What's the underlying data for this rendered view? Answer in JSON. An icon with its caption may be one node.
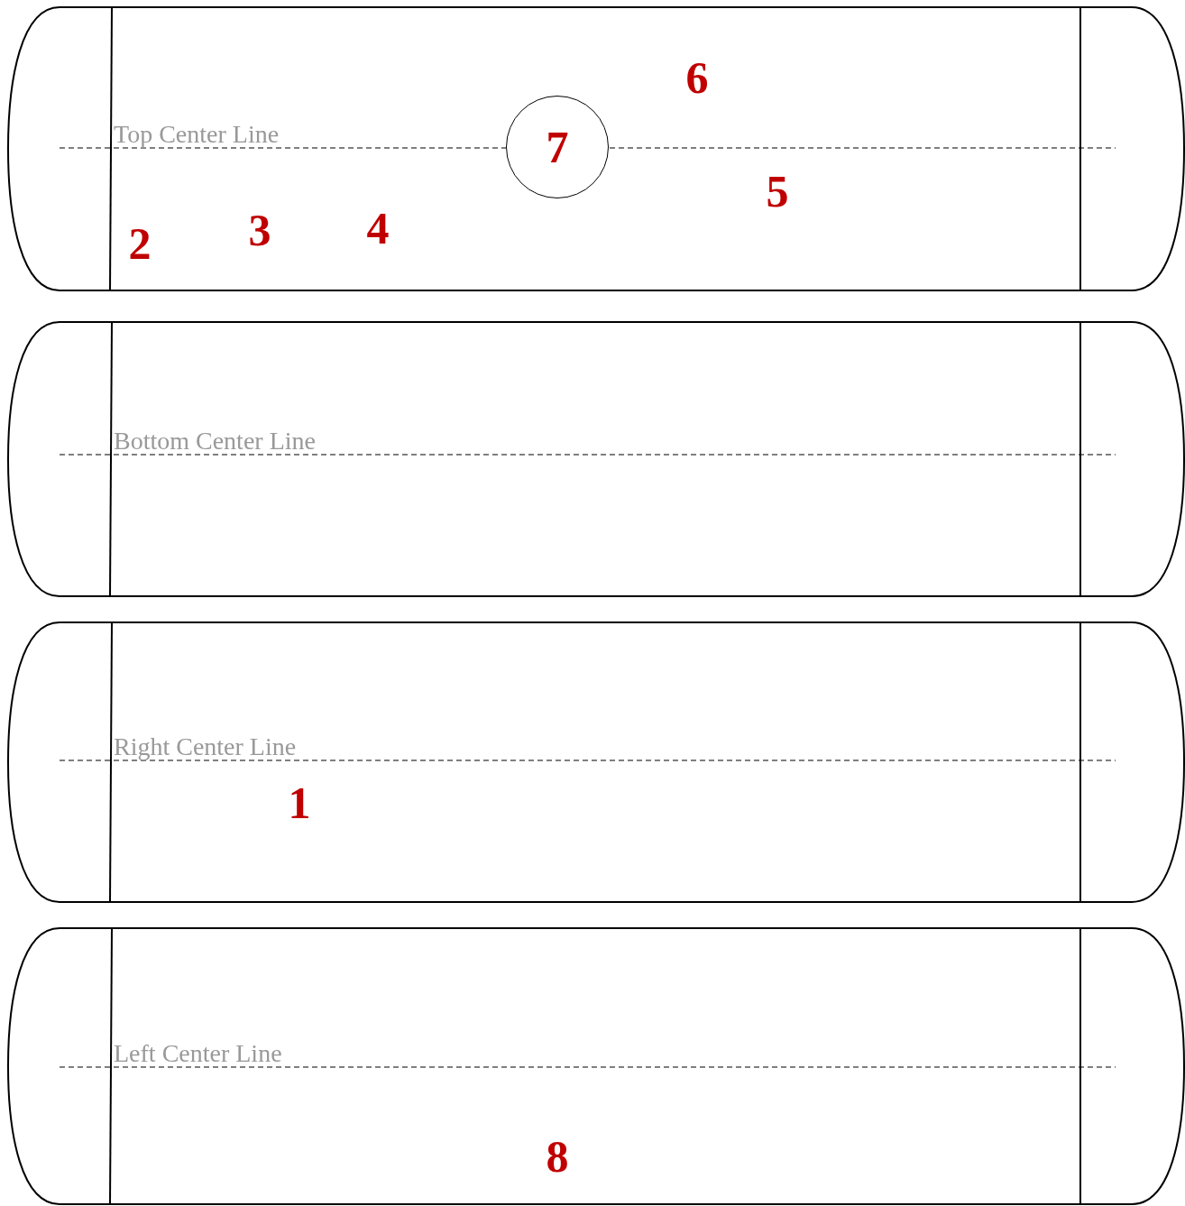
{
  "diagram": {
    "nodes": [
      {
        "text": [
          "Top Center Line"
        ]
      },
      {
        "text": [
          "7"
        ],
        "in": 0
      },
      {
        "text": [
          "Bottom Center Line"
        ]
      },
      {
        "text": [
          "Right Center Line"
        ]
      },
      {
        "text": [
          "Left Center Line"
        ]
      }
    ],
    "labels": [
      "6",
      "5",
      "2",
      "3",
      "4",
      "1",
      "8"
    ]
  }
}
